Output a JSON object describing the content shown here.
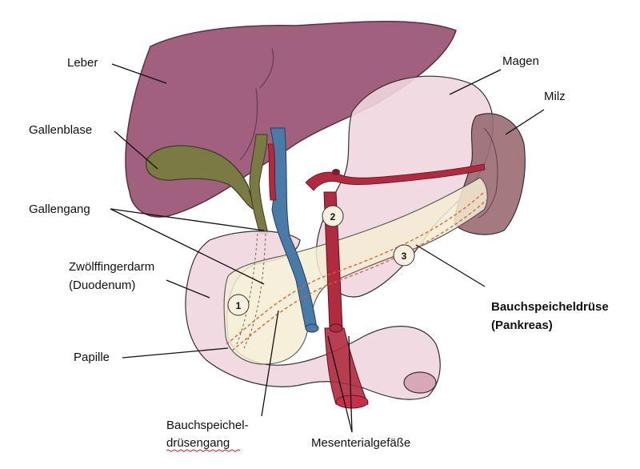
{
  "labels": {
    "liver": "Leber",
    "gallbladder": "Gallenblase",
    "bile_duct": "Gallengang",
    "duodenum_line1": "Zwölffingerdarm",
    "duodenum_line2": "(Duodenum)",
    "papilla": "Papille",
    "pancreatic_duct_line1": "Bauchspeichel-",
    "pancreatic_duct_line2": "drüsengang",
    "stomach": "Magen",
    "spleen": "Milz",
    "pancreas_line1": "Bauchspeicheldrüse",
    "pancreas_line2": "(Pankreas)",
    "mesenteric_vessels": "Mesenterialgefäße"
  },
  "markers": [
    "1",
    "2",
    "3"
  ],
  "colors": {
    "liver": "#a0607e",
    "gallbladder": "#7a7a45",
    "pancreas": "#f5ecd2",
    "stomach": "#efd6de",
    "spleen": "#9a6a72",
    "artery": "#b02a40",
    "vein": "#4a7aa8",
    "duct_dashed": "#e05a30"
  }
}
